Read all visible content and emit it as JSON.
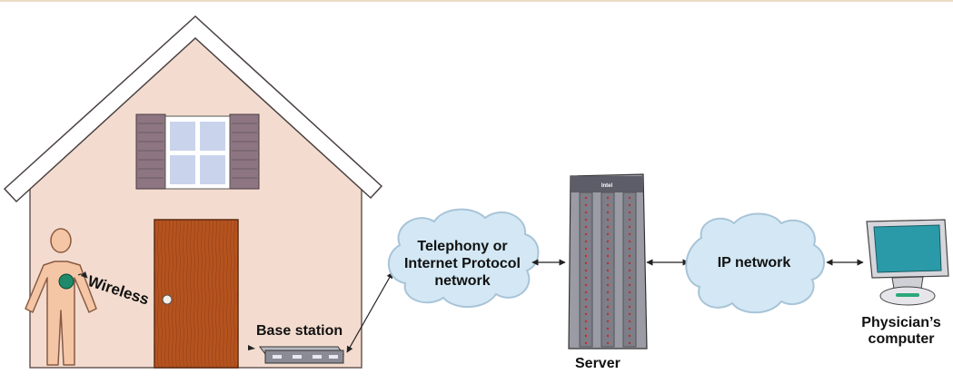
{
  "labels": {
    "wireless": "Wireless",
    "base_station": "Base station",
    "telephony_network": "Telephony or\nInternet Protocol\nnetwork",
    "ip_network": "IP network",
    "server": "Server",
    "physicians_computer": "Physician’s\ncomputer"
  },
  "server_brand": "Intel",
  "colors": {
    "house_wall": "#f3dccf",
    "roof_trim": "#ffffff",
    "shutter": "#8d7681",
    "door": "#b5531f",
    "cloud": "#d3e8f4",
    "server_body": "#9a9ba4",
    "monitor_screen": "#2b9aa8",
    "person_skin": "#f4c6a6",
    "heart_sensor": "#1e8a6a",
    "link_line": "#222222"
  }
}
